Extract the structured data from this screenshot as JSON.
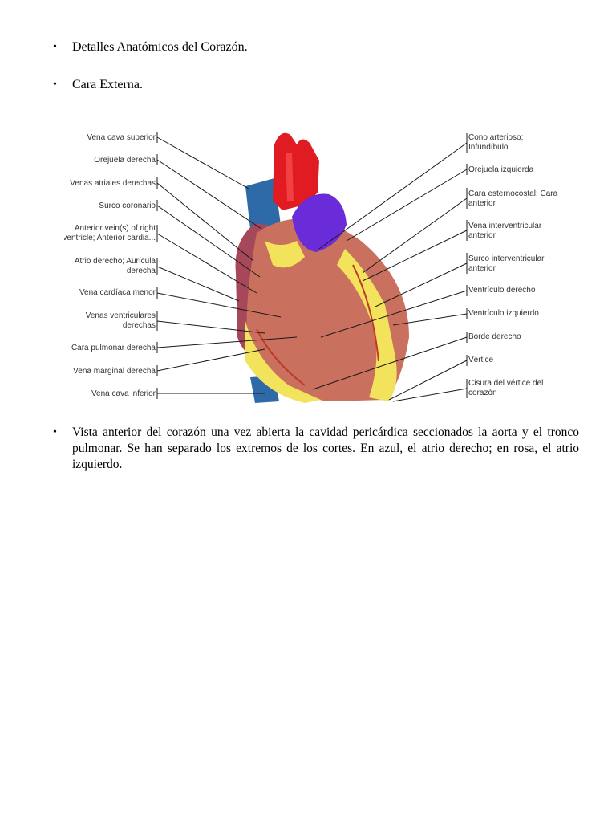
{
  "bullets": {
    "b1": "Detalles Anatómicos del Corazón.",
    "b2": "Cara Externa.",
    "b3": "Vista anterior del corazón una vez abierta la cavidad pericárdica seccionados la aorta y el tronco pulmonar. Se han separado los extremos de los cortes. En azul, el atrio derecho; en rosa, el atrio izquierdo."
  },
  "bullet_glyph": "•",
  "figure": {
    "left_labels": [
      "Vena cava superior",
      "Orejuela derecha",
      "Venas atriales derechas",
      "Surco coronario",
      "Anterior vein(s) of right",
      "ventricle; Anterior cardia...",
      "Atrio derecho; Aurícula",
      "derecha",
      "Vena cardíaca menor",
      "Venas ventriculares",
      "derechas",
      "Cara pulmonar derecha",
      "Vena marginal derecha",
      "Vena cava inferior"
    ],
    "right_labels": [
      "Cono arterioso;",
      "Infundíbulo",
      "Orejuela izquierda",
      "Cara esternocostal; Cara",
      "anterior",
      "Vena interventricular",
      "anterior",
      "Surco interventricular",
      "anterior",
      "Ventrículo derecho",
      "Ventrículo izquierdo",
      "Borde derecho",
      "Vértice",
      "Cisura del vértice del",
      "corazón"
    ],
    "colors": {
      "aorta": "#e01b22",
      "pulmonary_trunk": "#6a2bd8",
      "vena_cava": "#2f6aa8",
      "myocardium": "#c9705f",
      "fat": "#f3e25c",
      "atrium": "#a6485a"
    }
  }
}
